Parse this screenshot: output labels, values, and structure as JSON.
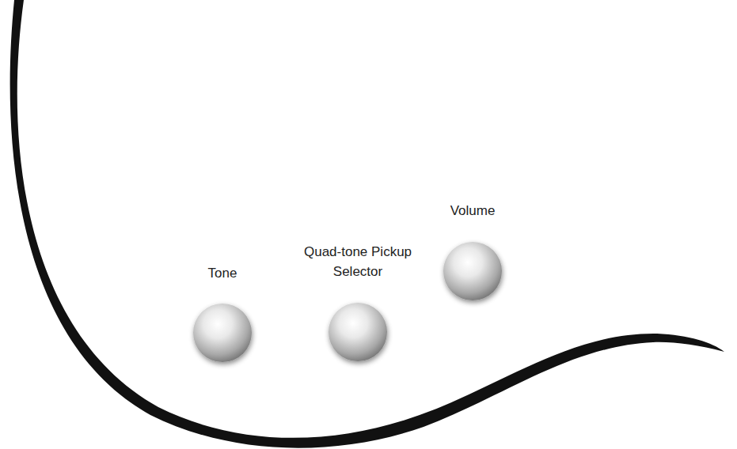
{
  "diagram": {
    "labels": [
      "Tone",
      "Quad-tone Pickup Selector",
      "Volume"
    ]
  }
}
